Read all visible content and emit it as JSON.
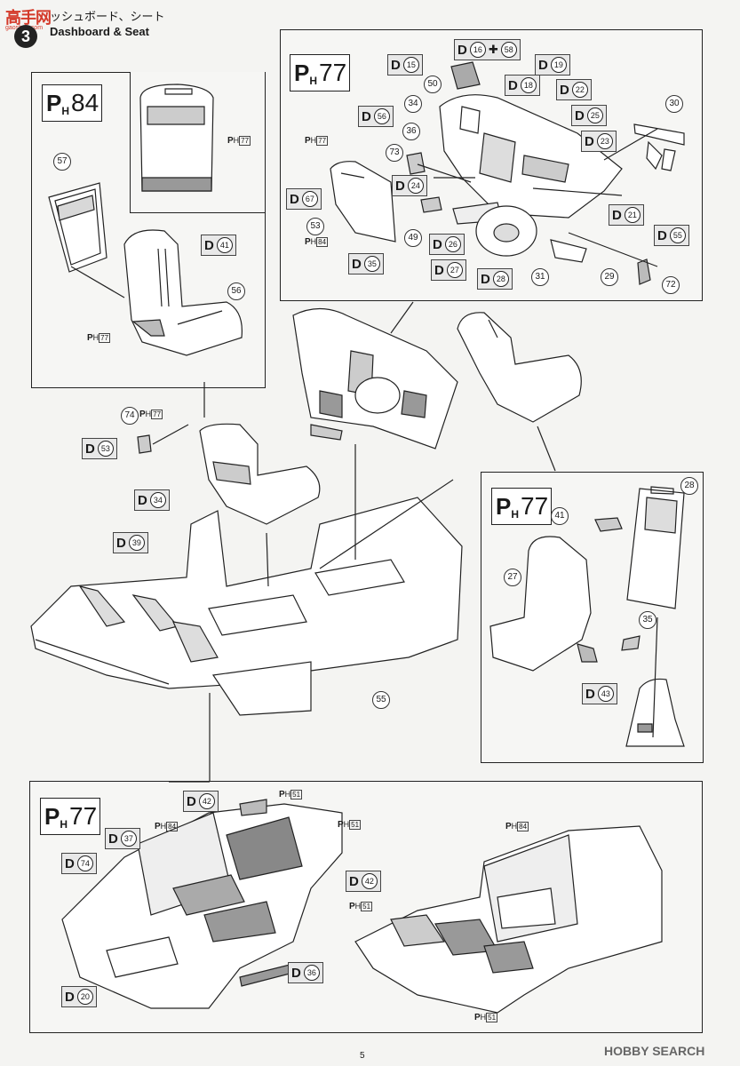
{
  "watermark": {
    "logo": "高手网",
    "url": "gaoshou.com"
  },
  "step": {
    "number": "3",
    "title_jp": "ッシュボード、シート",
    "title_en": "Dashboard & Seat"
  },
  "panels": {
    "top_left": {
      "ph": "84"
    },
    "top_right": {
      "ph": "77"
    },
    "mid_right": {
      "ph": "77"
    },
    "bottom": {
      "ph": "77"
    }
  },
  "ph_small": {
    "p": "P",
    "h": "H"
  },
  "paint_tags": [
    {
      "letter": "D",
      "code": "41"
    },
    {
      "letter": "D",
      "code": "15"
    },
    {
      "letter": "D",
      "code": "16"
    },
    {
      "letter": "D",
      "code": "58"
    },
    {
      "letter": "D",
      "code": "19"
    },
    {
      "letter": "D",
      "code": "18"
    },
    {
      "letter": "D",
      "code": "22"
    },
    {
      "letter": "D",
      "code": "56"
    },
    {
      "letter": "D",
      "code": "25"
    },
    {
      "letter": "D",
      "code": "23"
    },
    {
      "letter": "D",
      "code": "24"
    },
    {
      "letter": "D",
      "code": "67"
    },
    {
      "letter": "D",
      "code": "21"
    },
    {
      "letter": "D",
      "code": "26"
    },
    {
      "letter": "D",
      "code": "55"
    },
    {
      "letter": "D",
      "code": "27"
    },
    {
      "letter": "D",
      "code": "28"
    },
    {
      "letter": "D",
      "code": "35"
    },
    {
      "letter": "D",
      "code": "53"
    },
    {
      "letter": "D",
      "code": "34"
    },
    {
      "letter": "D",
      "code": "39"
    },
    {
      "letter": "D",
      "code": "43"
    },
    {
      "letter": "D",
      "code": "42"
    },
    {
      "letter": "D",
      "code": "37"
    },
    {
      "letter": "D",
      "code": "74"
    },
    {
      "letter": "D",
      "code": "42"
    },
    {
      "letter": "D",
      "code": "36"
    },
    {
      "letter": "D",
      "code": "20"
    }
  ],
  "part_numbers": [
    "57",
    "56",
    "50",
    "34",
    "36",
    "73",
    "53",
    "49",
    "30",
    "31",
    "29",
    "72",
    "74",
    "28",
    "41",
    "27",
    "35",
    "55"
  ],
  "ph_refs": [
    "77",
    "77",
    "84",
    "77",
    "77",
    "51",
    "84",
    "51",
    "84",
    "51",
    "51"
  ],
  "footer": {
    "page": "5",
    "credit": "HOBBY SEARCH"
  }
}
